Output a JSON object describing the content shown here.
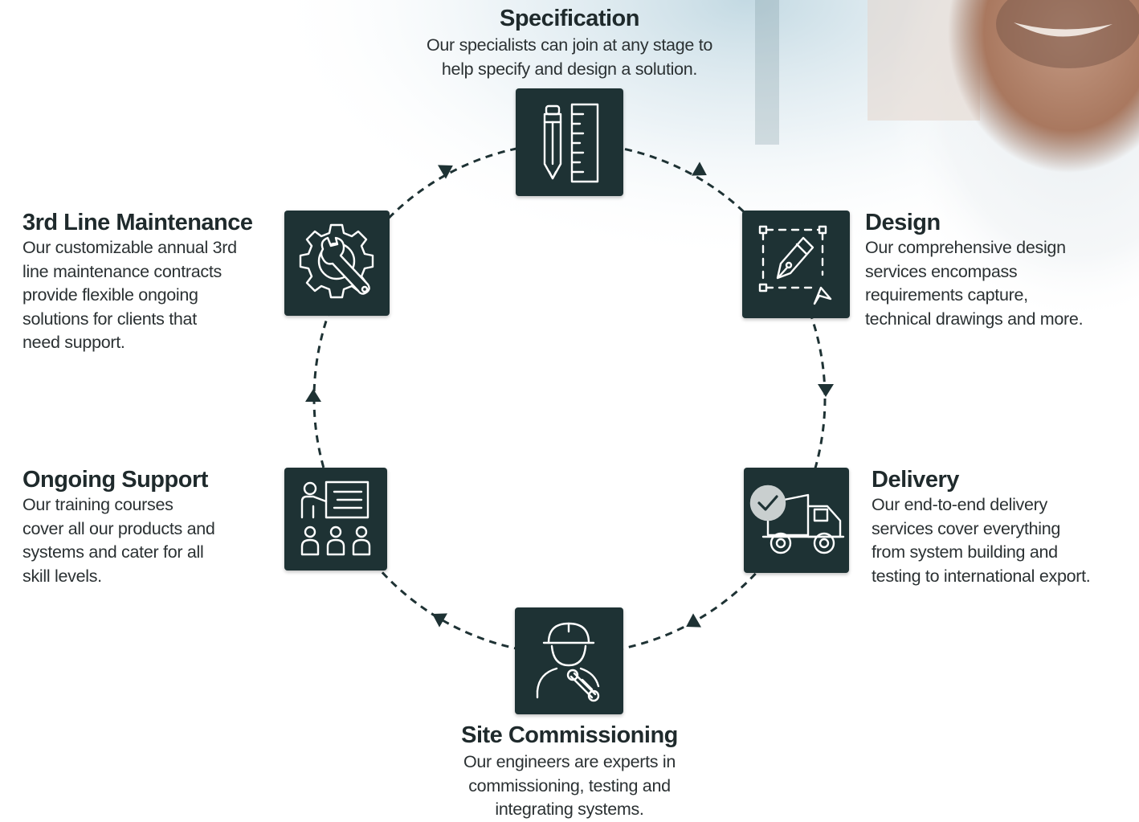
{
  "colors": {
    "icon_box": "#1e3234",
    "icon_stroke": "#ffffff",
    "title_text": "#1f2a2c",
    "body_text": "#2b3133",
    "connector": "#1e3234"
  },
  "stages": [
    {
      "id": "specification",
      "icon": "pencil-ruler-icon",
      "title": "Specification",
      "desc_lines": [
        "Our specialists can join at any stage to",
        "help specify and  design a solution."
      ]
    },
    {
      "id": "design",
      "icon": "pen-tool-icon",
      "title": "Design",
      "desc_lines": [
        "Our comprehensive design",
        "services encompass",
        "requirements capture,",
        "technical drawings and more."
      ]
    },
    {
      "id": "delivery",
      "icon": "delivery-truck-icon",
      "title": "Delivery",
      "desc_lines": [
        "Our end-to-end delivery",
        "services cover everything",
        "from system building and",
        "testing to international export."
      ]
    },
    {
      "id": "site-commissioning",
      "icon": "engineer-icon",
      "title": "Site Commissioning",
      "desc_lines": [
        "Our engineers are experts in",
        "commissioning, testing and",
        "integrating systems."
      ]
    },
    {
      "id": "ongoing-support",
      "icon": "training-class-icon",
      "title": "Ongoing Support",
      "desc_lines": [
        "Our training courses",
        "cover all  our products and",
        "systems and cater for all",
        "skill levels."
      ]
    },
    {
      "id": "3rd-line-maintenance",
      "icon": "gear-wrench-icon",
      "title": "3rd Line Maintenance",
      "desc_lines": [
        "Our customizable annual 3rd",
        "line maintenance contracts",
        "provide flexible ongoing",
        "solutions for clients that",
        "need support."
      ]
    }
  ]
}
